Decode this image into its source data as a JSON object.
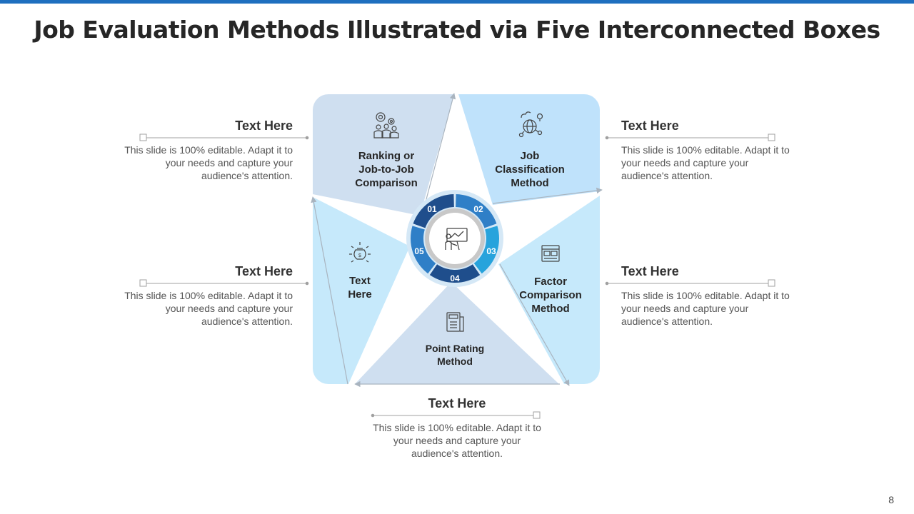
{
  "title": "Job Evaluation Methods Illustrated via Five Interconnected Boxes",
  "page_number": "8",
  "colors": {
    "accent_bar": "#1f6fbf",
    "panel_steel": "#cfdff0",
    "panel_light": "#c6e9fb",
    "panel_sky": "#bfe2fb",
    "ring_dark": "#1f4e8c",
    "ring_mid": "#2f7fc7",
    "ring_light": "#27a3dc"
  },
  "segments": [
    {
      "number": "01",
      "label": "Ranking or\nJob-to-Job\nComparison",
      "icon": "team-gears-icon"
    },
    {
      "number": "02",
      "label": "Job\nClassification\nMethod",
      "icon": "globe-network-icon"
    },
    {
      "number": "03",
      "label": "Factor\nComparison\nMethod",
      "icon": "comparison-board-icon"
    },
    {
      "number": "04",
      "label": "Point Rating\nMethod",
      "icon": "calculator-icon"
    },
    {
      "number": "05",
      "label": "Text\nHere",
      "icon": "money-bag-icon"
    }
  ],
  "center_icon": "presentation-icon",
  "callouts": [
    {
      "heading": "Text Here",
      "text": "This slide is 100% editable. Adapt it to your needs and capture your audience's attention."
    },
    {
      "heading": "Text Here",
      "text": "This slide is 100% editable. Adapt it to your needs and capture your audience's attention."
    },
    {
      "heading": "Text Here",
      "text": "This slide is 100% editable. Adapt it to your needs and capture your audience's attention."
    },
    {
      "heading": "Text Here",
      "text": "This slide is 100% editable. Adapt it to your needs and capture your audience's attention."
    },
    {
      "heading": "Text Here",
      "text": "This slide is 100% editable. Adapt it to your needs and capture your audience's attention."
    }
  ]
}
